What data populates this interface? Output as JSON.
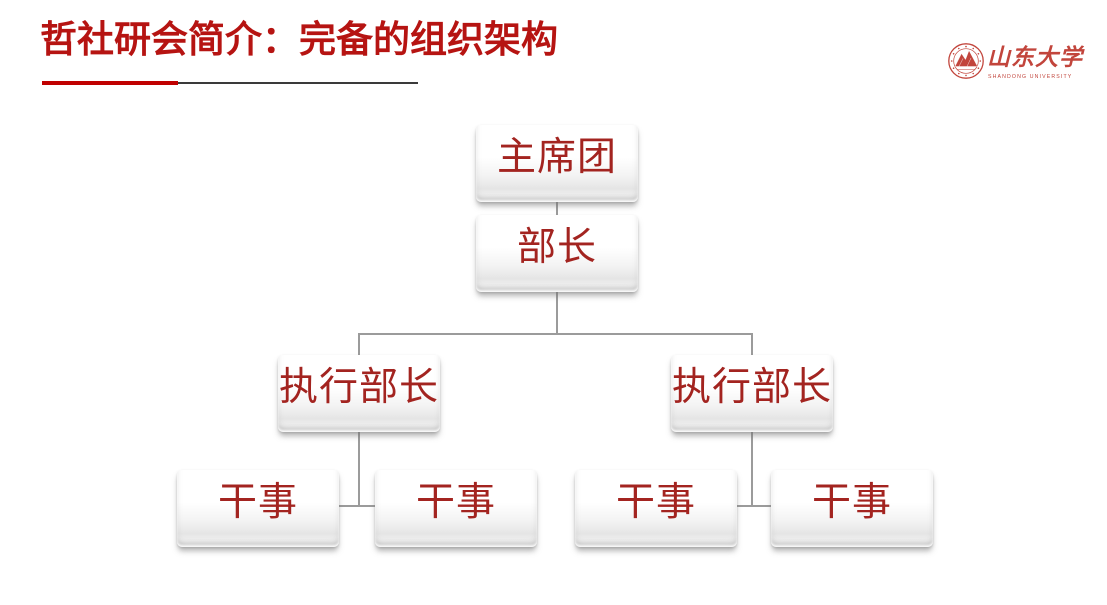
{
  "slide": {
    "title": "哲社研会简介：完备的组织架构",
    "title_color": "#B61412",
    "accent_bar_color": "#C00000",
    "divider_line_color": "#3A3A3A",
    "background_color": "#FFFFFF"
  },
  "logo": {
    "university_cn": "山东大学",
    "university_en": "SHANDONG UNIVERSITY",
    "logo_color": "#C2453C"
  },
  "org_chart": {
    "text_color": "#A32420",
    "connector_color": "#9B9B9B",
    "nodes": [
      {
        "id": "chairman-group",
        "label": "主席团",
        "level": 1,
        "parent": null
      },
      {
        "id": "minister",
        "label": "部长",
        "level": 2,
        "parent": "chairman-group"
      },
      {
        "id": "executive-minister-1",
        "label": "执行部长",
        "level": 3,
        "parent": "minister"
      },
      {
        "id": "executive-minister-2",
        "label": "执行部长",
        "level": 3,
        "parent": "minister"
      },
      {
        "id": "officer-1",
        "label": "干事",
        "level": 4,
        "parent": "executive-minister-1"
      },
      {
        "id": "officer-2",
        "label": "干事",
        "level": 4,
        "parent": "executive-minister-1"
      },
      {
        "id": "officer-3",
        "label": "干事",
        "level": 4,
        "parent": "executive-minister-2"
      },
      {
        "id": "officer-4",
        "label": "干事",
        "level": 4,
        "parent": "executive-minister-2"
      }
    ]
  }
}
